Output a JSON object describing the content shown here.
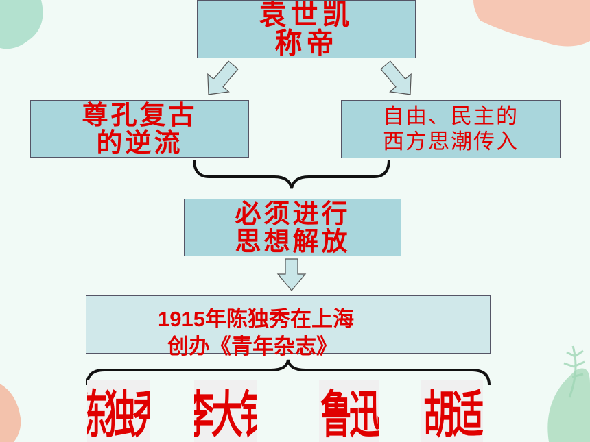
{
  "colors": {
    "background": "#f1faf6",
    "box_fill": "#a9d6dc",
    "text_red": "#e00000",
    "arrow_fill": "#c9e6e8"
  },
  "top_box": {
    "line1": "袁世凯",
    "line2": "称帝"
  },
  "left_box": {
    "line1": "尊孔复古",
    "line2": "的逆流"
  },
  "right_box": {
    "line1": "自由、民主的",
    "line2": "西方思潮传入"
  },
  "middle_box": {
    "line1": "必须进行",
    "line2": "思想解放"
  },
  "bottom_box": {
    "line1": "1915年陈独秀在上海",
    "line2": "创办《青年杂志》"
  },
  "people": [
    {
      "name": "陈独秀"
    },
    {
      "name": "李大钊"
    },
    {
      "name": "鲁迅"
    },
    {
      "name": "胡适"
    }
  ]
}
